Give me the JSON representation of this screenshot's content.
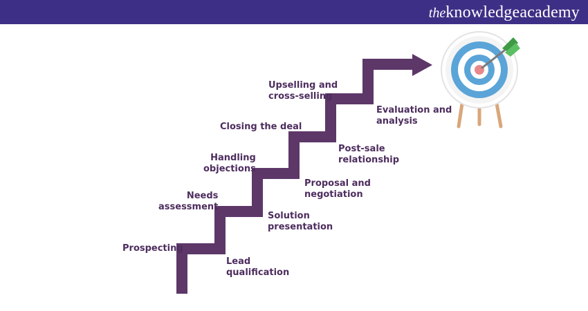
{
  "header": {
    "brand_prefix": "the",
    "brand_name": "knowledge",
    "brand_suffix": "academy",
    "bar_color": "#3e2f86"
  },
  "stairs": {
    "color": "#5d3768",
    "steps_left": [
      "Prospecting",
      "Needs\nassessment",
      "Handling\nobjections",
      "Closing the deal",
      "Upselling and\ncross-selling"
    ],
    "steps_right": [
      "Lead\nqualification",
      "Solution\npresentation",
      "Proposal and\nnegotiation",
      "Post-sale\nrelationship",
      "Evaluation and\nanalysis"
    ]
  },
  "target": {
    "icon": "archery-target-icon",
    "ring_colors": [
      "#f4f4f4",
      "#5aa4d8",
      "#ffffff",
      "#e8888a"
    ],
    "arrow_fletch_color": "#3f9a46"
  }
}
